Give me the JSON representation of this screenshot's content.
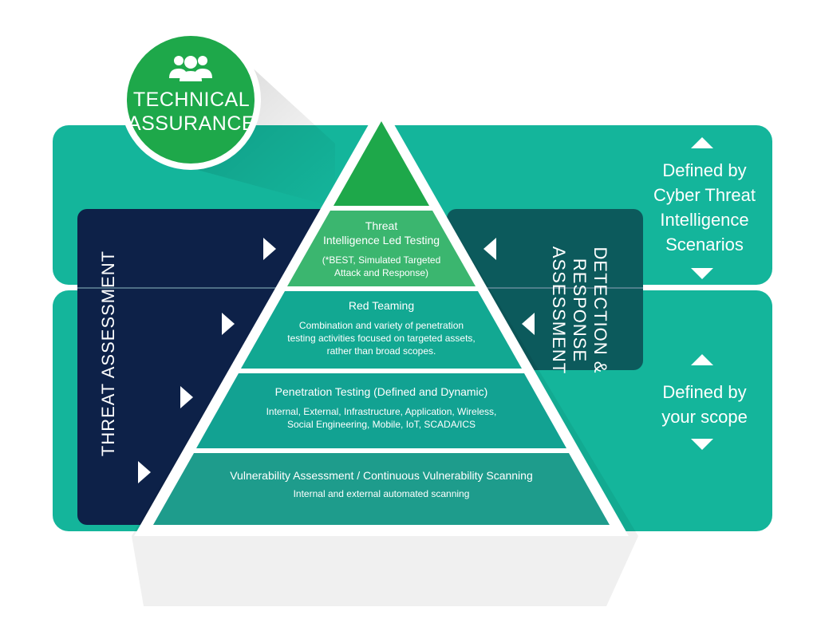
{
  "badge": {
    "title_line1": "TECHNICAL",
    "title_line2": "ASSURANCE",
    "icon": "users-icon"
  },
  "bands": {
    "top_scope": {
      "lines": [
        "Defined by",
        "Cyber Threat",
        "Intelligence",
        "Scenarios"
      ]
    },
    "bottom_scope": {
      "lines": [
        "Defined by",
        "your scope"
      ]
    }
  },
  "side_labels": {
    "left": "THREAT ASSESSMENT",
    "right_line1": "DETECTION &",
    "right_line2": "RESPONSE",
    "right_line3": "ASSESSMENT"
  },
  "levels": [
    {
      "title_lines": [
        "Threat",
        "Intelligence Led Testing"
      ],
      "desc_lines": [
        "(*BEST, Simulated Targeted",
        "Attack and Response)"
      ]
    },
    {
      "title_lines": [
        "Red Teaming"
      ],
      "desc_lines": [
        "Combination and variety of penetration",
        "testing activities focused on targeted assets,",
        "rather than broad scopes."
      ]
    },
    {
      "title_lines": [
        "Penetration Testing (Defined and Dynamic)"
      ],
      "desc_lines": [
        "Internal, External, Infrastructure, Application, Wireless,",
        "Social Engineering, Mobile, IoT, SCADA/ICS"
      ]
    },
    {
      "title_lines": [
        "Vulnerability Assessment / Continuous Vulnerability Scanning"
      ],
      "desc_lines": [
        "Internal and external automated scanning"
      ]
    }
  ],
  "colors": {
    "teal_band": "#14b59b",
    "navy_panel": "#0d2148",
    "dark_teal_panel": "#0c5a5c",
    "badge_green": "#1ea84a",
    "level_top": "#1ea84a",
    "level_1": "#3bb66f",
    "level_2": "#12a892",
    "level_3": "#12a292",
    "level_4": "#1e9c8c"
  }
}
